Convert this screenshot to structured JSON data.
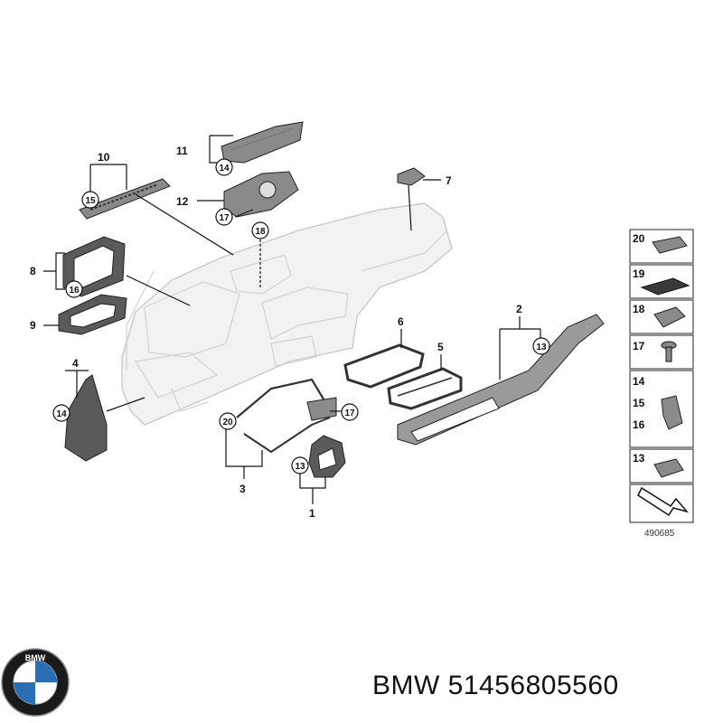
{
  "callouts": {
    "c1": "1",
    "c2": "2",
    "c3": "3",
    "c4": "4",
    "c5": "5",
    "c6": "6",
    "c7": "7",
    "c8": "8",
    "c9": "9",
    "c10": "10",
    "c11": "11",
    "c12": "12"
  },
  "circled": {
    "c13a": "13",
    "c13b": "13",
    "c14a": "14",
    "c14b": "14",
    "c15": "15",
    "c16": "16",
    "c17a": "17",
    "c17b": "17",
    "c18": "18",
    "c20": "20"
  },
  "legend": {
    "rows": [
      "20",
      "19",
      "18",
      "17",
      "14",
      "15",
      "16",
      "13"
    ],
    "code": "490685"
  },
  "brand": {
    "name": "BMW",
    "part_number": "51456805560",
    "logo_text": "BMW"
  }
}
